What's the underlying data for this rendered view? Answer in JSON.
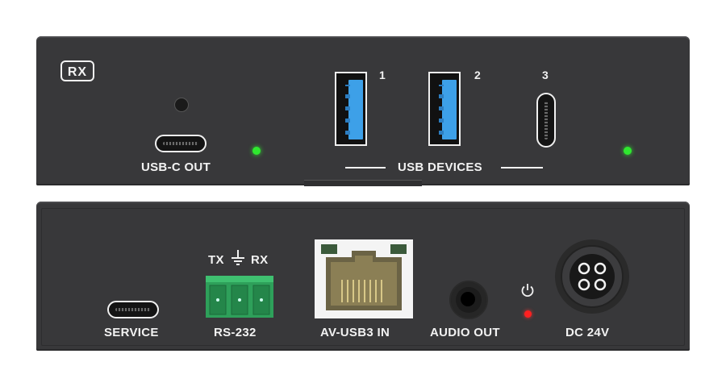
{
  "front": {
    "badge": "RX",
    "usbc_out_label": "USB-C OUT",
    "usb_devices_label": "USB DEVICES",
    "port_numbers": [
      "1",
      "2",
      "3"
    ],
    "led_color": "#2fe82f"
  },
  "rear": {
    "service_label": "SERVICE",
    "rs232_label": "RS-232",
    "tx_label": "TX",
    "rx_label": "RX",
    "avusb3_label": "AV-USB3 IN",
    "audio_out_label": "AUDIO OUT",
    "dc_label": "DC 24V",
    "power_led_color": "#ff2020"
  }
}
